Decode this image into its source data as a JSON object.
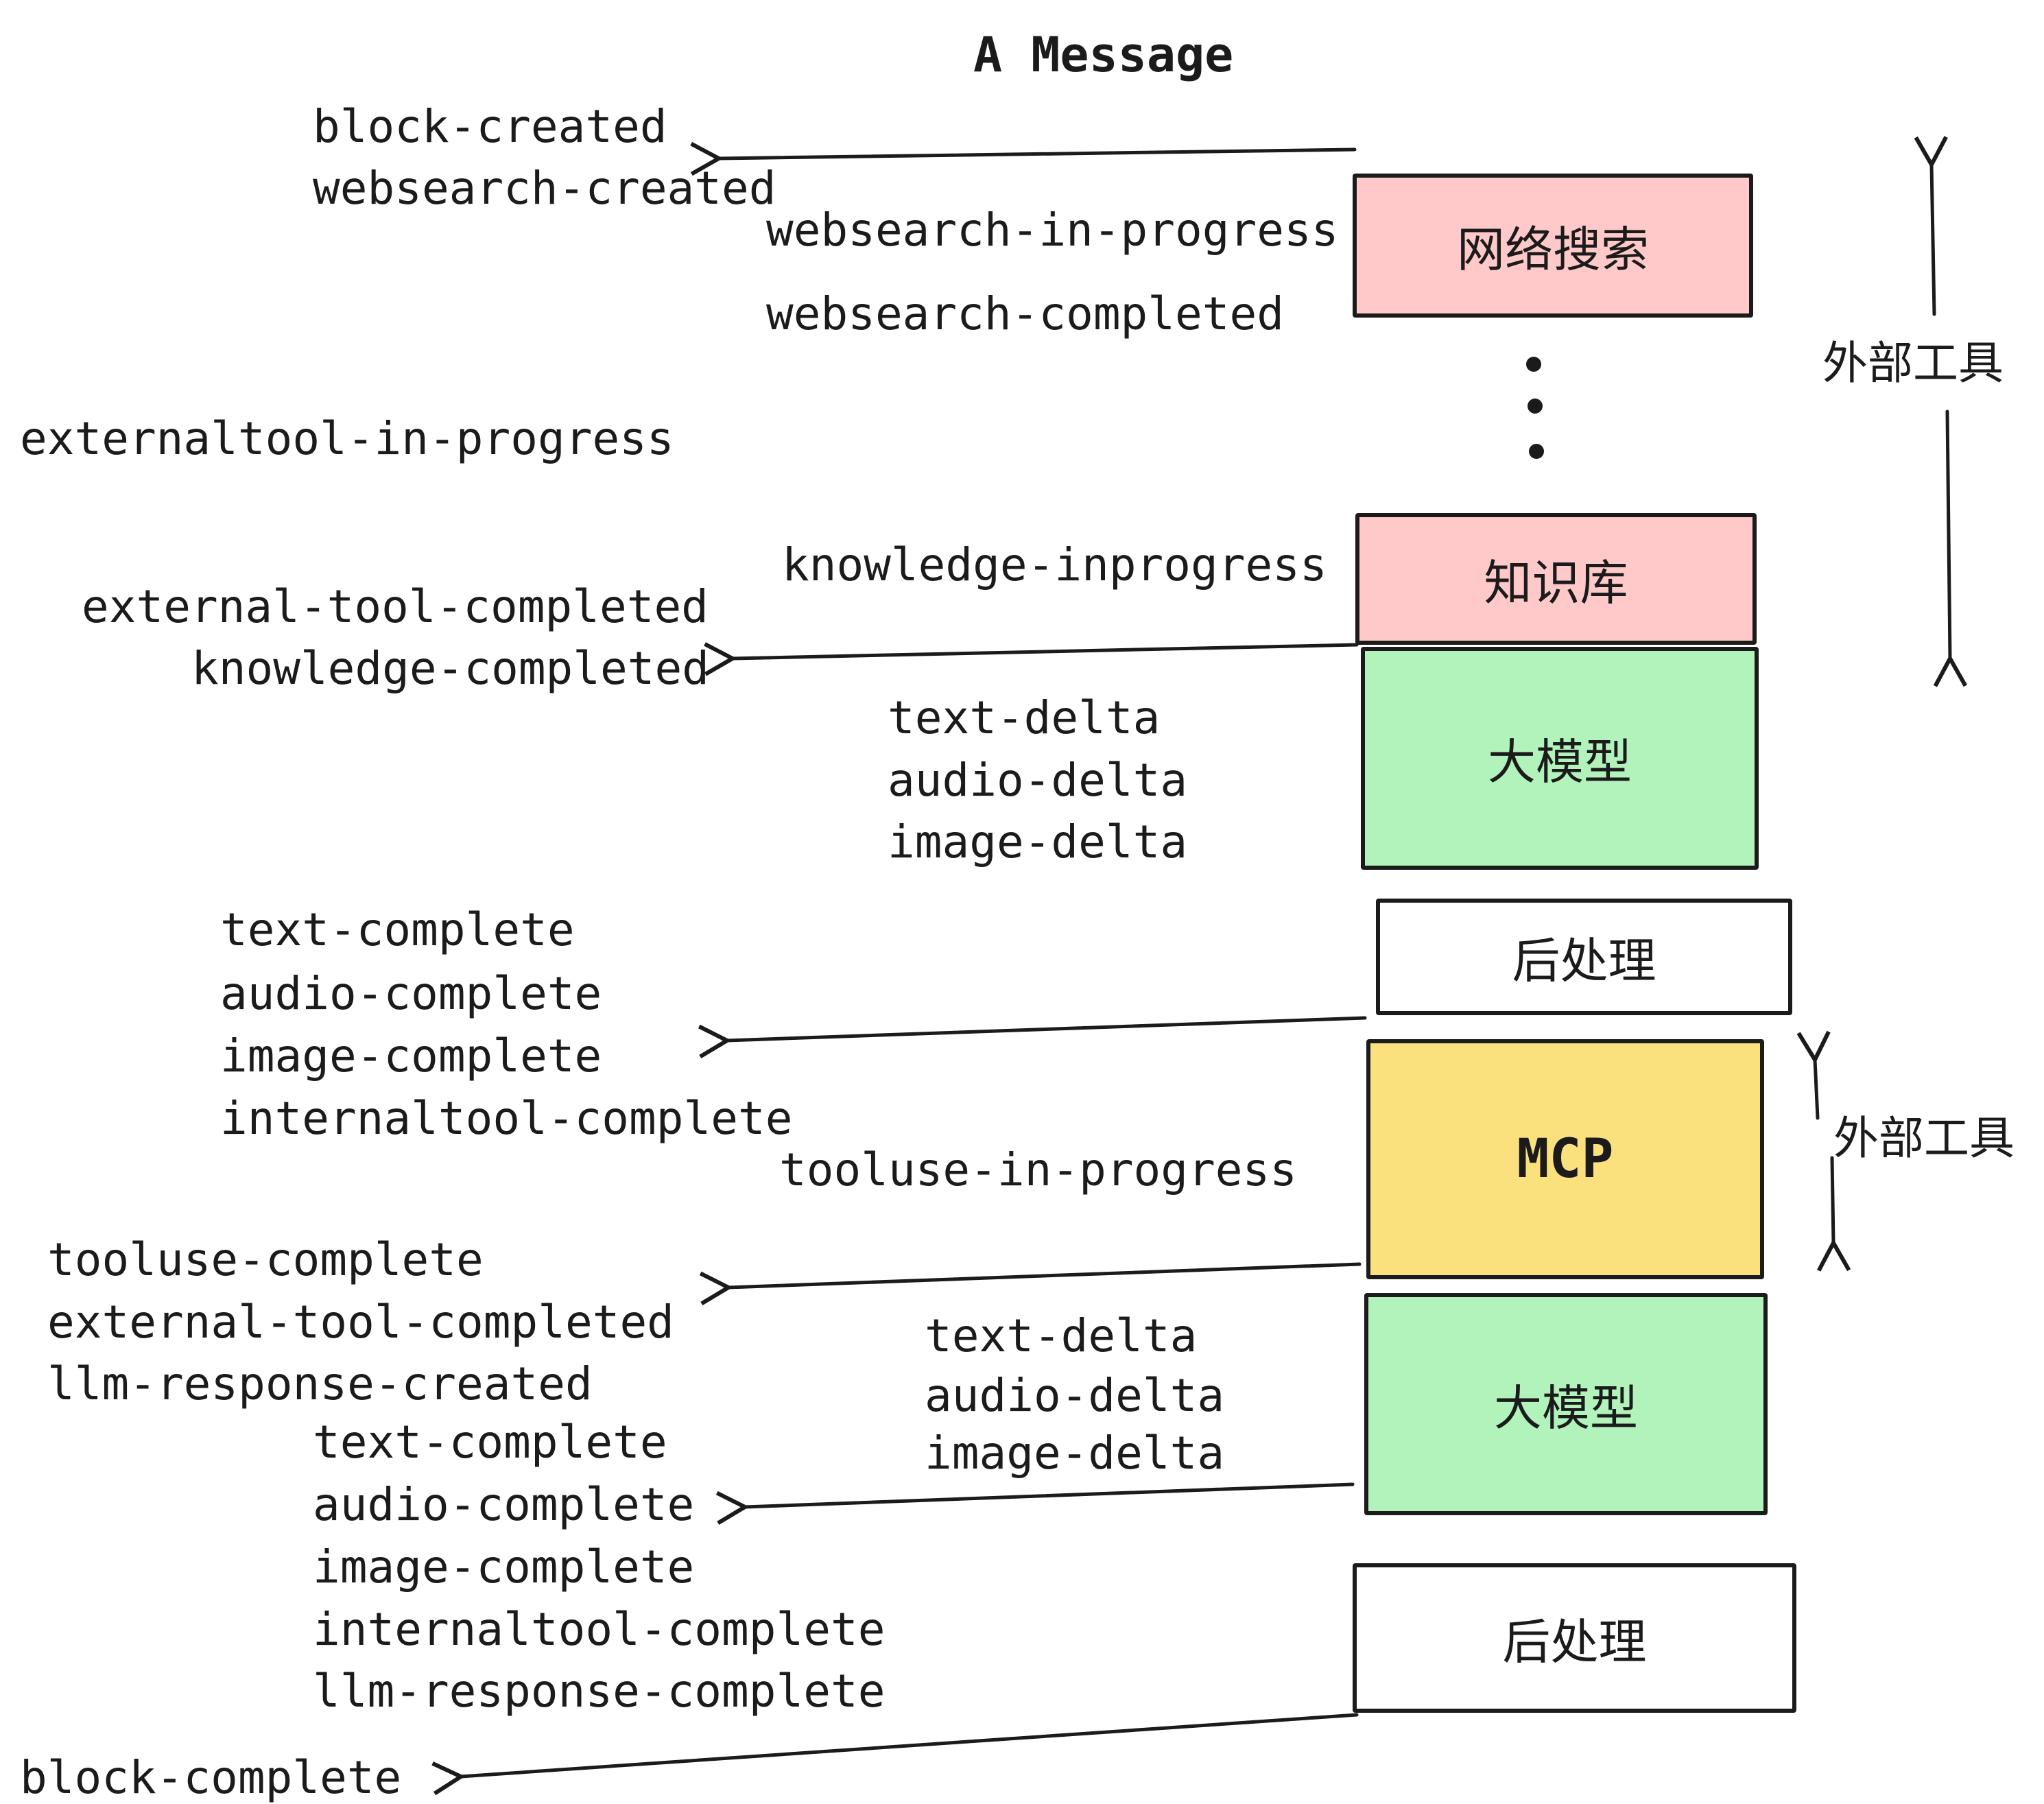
{
  "title": "A Message",
  "colors": {
    "ink": "#1b1b1b",
    "pink": "#ffc9c9",
    "green": "#b2f2bb",
    "yellow": "#fae17d",
    "white": "#ffffff"
  },
  "nodes": [
    {
      "id": "websearch",
      "label": "网络搜索"
    },
    {
      "id": "knowledge",
      "label": "知识库"
    },
    {
      "id": "llm-1",
      "label": "大模型"
    },
    {
      "id": "postprocess-1",
      "label": "后处理"
    },
    {
      "id": "mcp",
      "label": "MCP"
    },
    {
      "id": "llm-2",
      "label": "大模型"
    },
    {
      "id": "postprocess-2",
      "label": "后处理"
    }
  ],
  "events": [
    "block-created",
    "websearch-created",
    "websearch-in-progress",
    "websearch-completed",
    "externaltool-in-progress",
    "knowledge-inprogress",
    "external-tool-completed",
    "knowledge-completed",
    "text-delta",
    "audio-delta",
    "image-delta",
    "text-complete",
    "audio-complete",
    "image-complete",
    "internaltool-complete",
    "tooluse-in-progress",
    "tooluse-complete",
    "external-tool-completed",
    "llm-response-created",
    "text-delta",
    "audio-delta",
    "image-delta",
    "text-complete",
    "audio-complete",
    "image-complete",
    "internaltool-complete",
    "llm-response-complete",
    "block-complete"
  ],
  "side_labels": [
    "外部工具",
    "外部工具"
  ]
}
